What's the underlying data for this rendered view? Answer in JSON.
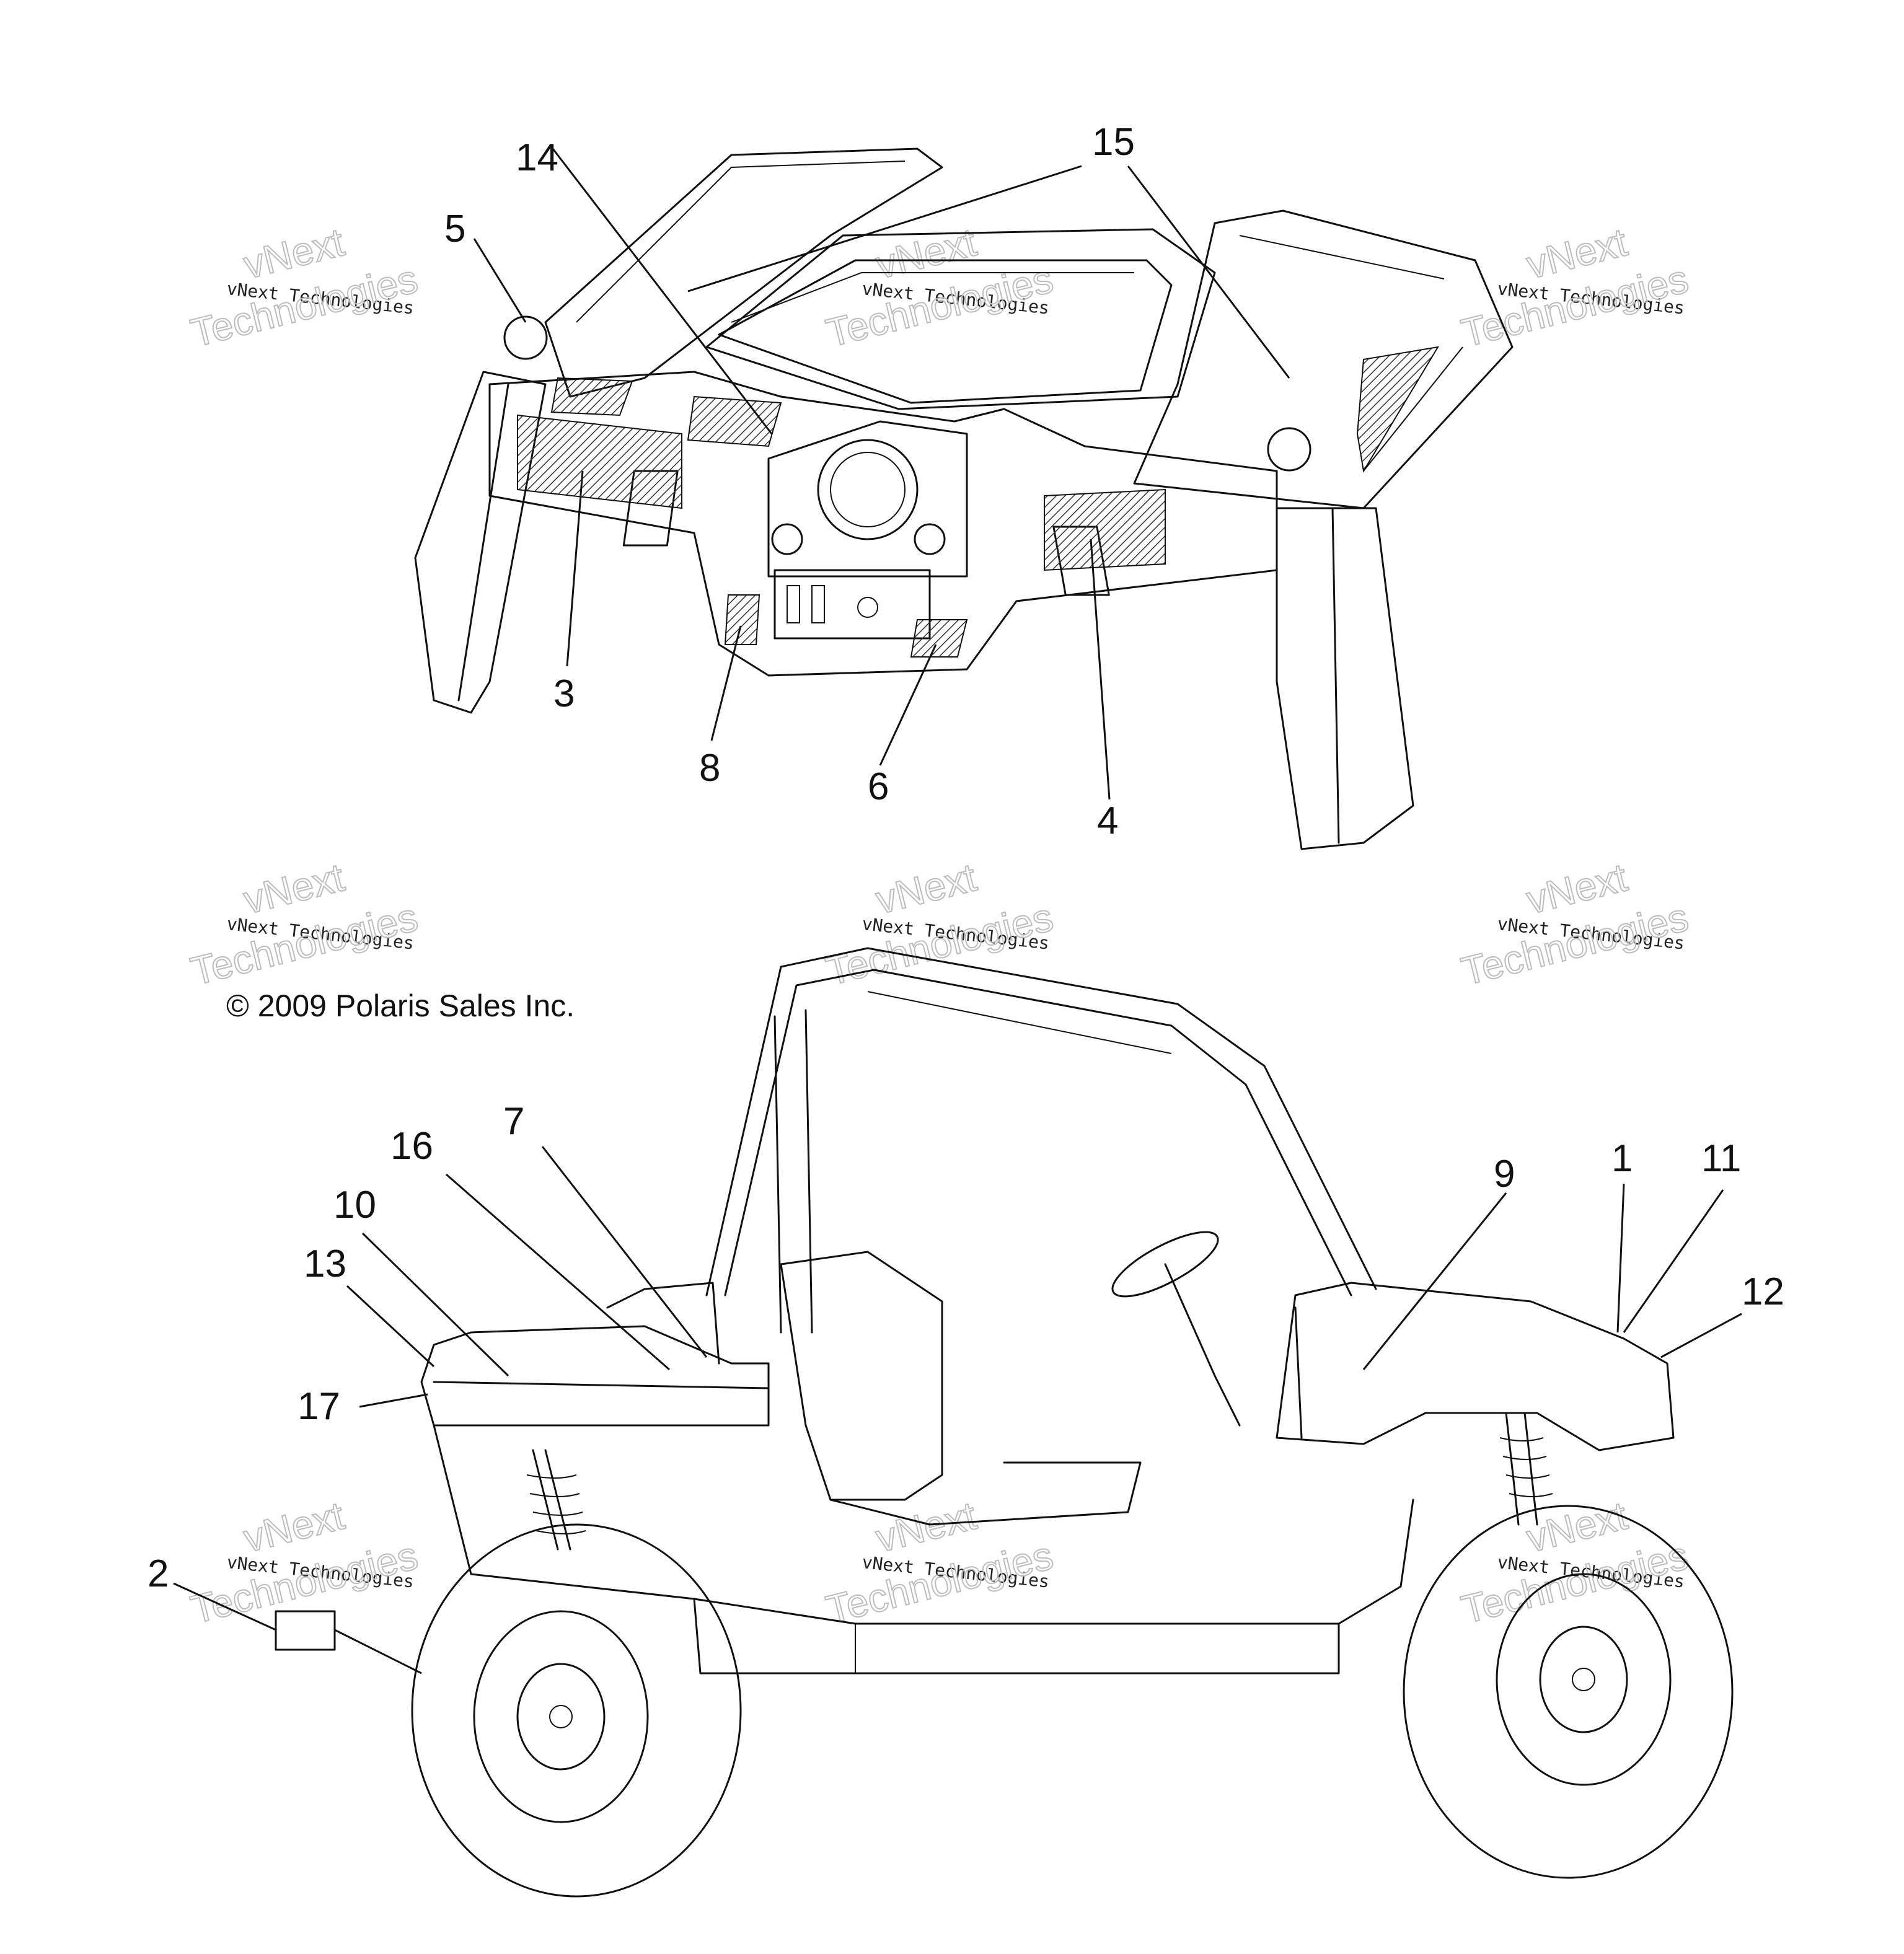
{
  "copyright": "© 2009 Polaris Sales Inc.",
  "watermark": {
    "small": "vNext Technologies",
    "big_top": "vNext",
    "big_bottom": "Technologies"
  },
  "callouts": [
    "1",
    "2",
    "3",
    "4",
    "5",
    "6",
    "7",
    "8",
    "9",
    "10",
    "11",
    "12",
    "13",
    "14",
    "15",
    "16",
    "17"
  ],
  "colors": {
    "line": "#111111",
    "hatch": "#333333",
    "watermark": "#bdbdbd"
  }
}
